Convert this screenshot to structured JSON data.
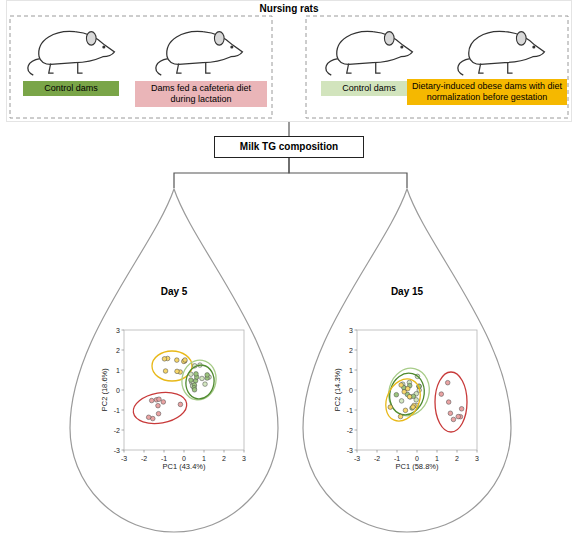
{
  "diagram": {
    "nodes": [
      {
        "text": [
          "Nursing rats"
        ]
      },
      {
        "text": [
          "Control dams"
        ],
        "in": 0
      },
      {
        "text": [
          "Dams fed a cafeteria diet during lactation"
        ],
        "in": 0
      },
      {
        "text": [
          "Control dams"
        ],
        "in": 0
      },
      {
        "text": [
          "Dietary-induced obese dams with diet normalization before gestation"
        ],
        "in": 0
      },
      {
        "text": [
          "Milk TG composition"
        ]
      },
      {
        "text": [
          "Day 5"
        ]
      },
      {
        "text": [
          "Day 15"
        ]
      }
    ],
    "edges": [
      {
        "from": 0,
        "to": 5,
        "arrow": "none"
      },
      {
        "from": 5,
        "to": 6,
        "arrow": "none"
      },
      {
        "from": 5,
        "to": 7,
        "arrow": "none"
      }
    ],
    "labels": [
      "PC2 (18.6%)",
      "PC1 (43.4%)",
      "-3",
      "-2",
      "-1",
      "0",
      "1",
      "2",
      "3",
      "3",
      "2",
      "1",
      "0",
      "-1",
      "-2",
      "-3",
      "PC2 (14.3%)",
      "PC1 (58.8%)",
      "-3",
      "-2",
      "-1",
      "0",
      "1",
      "2",
      "3",
      "3",
      "2",
      "1",
      "0",
      "-1",
      "-2",
      "-3"
    ]
  }
}
